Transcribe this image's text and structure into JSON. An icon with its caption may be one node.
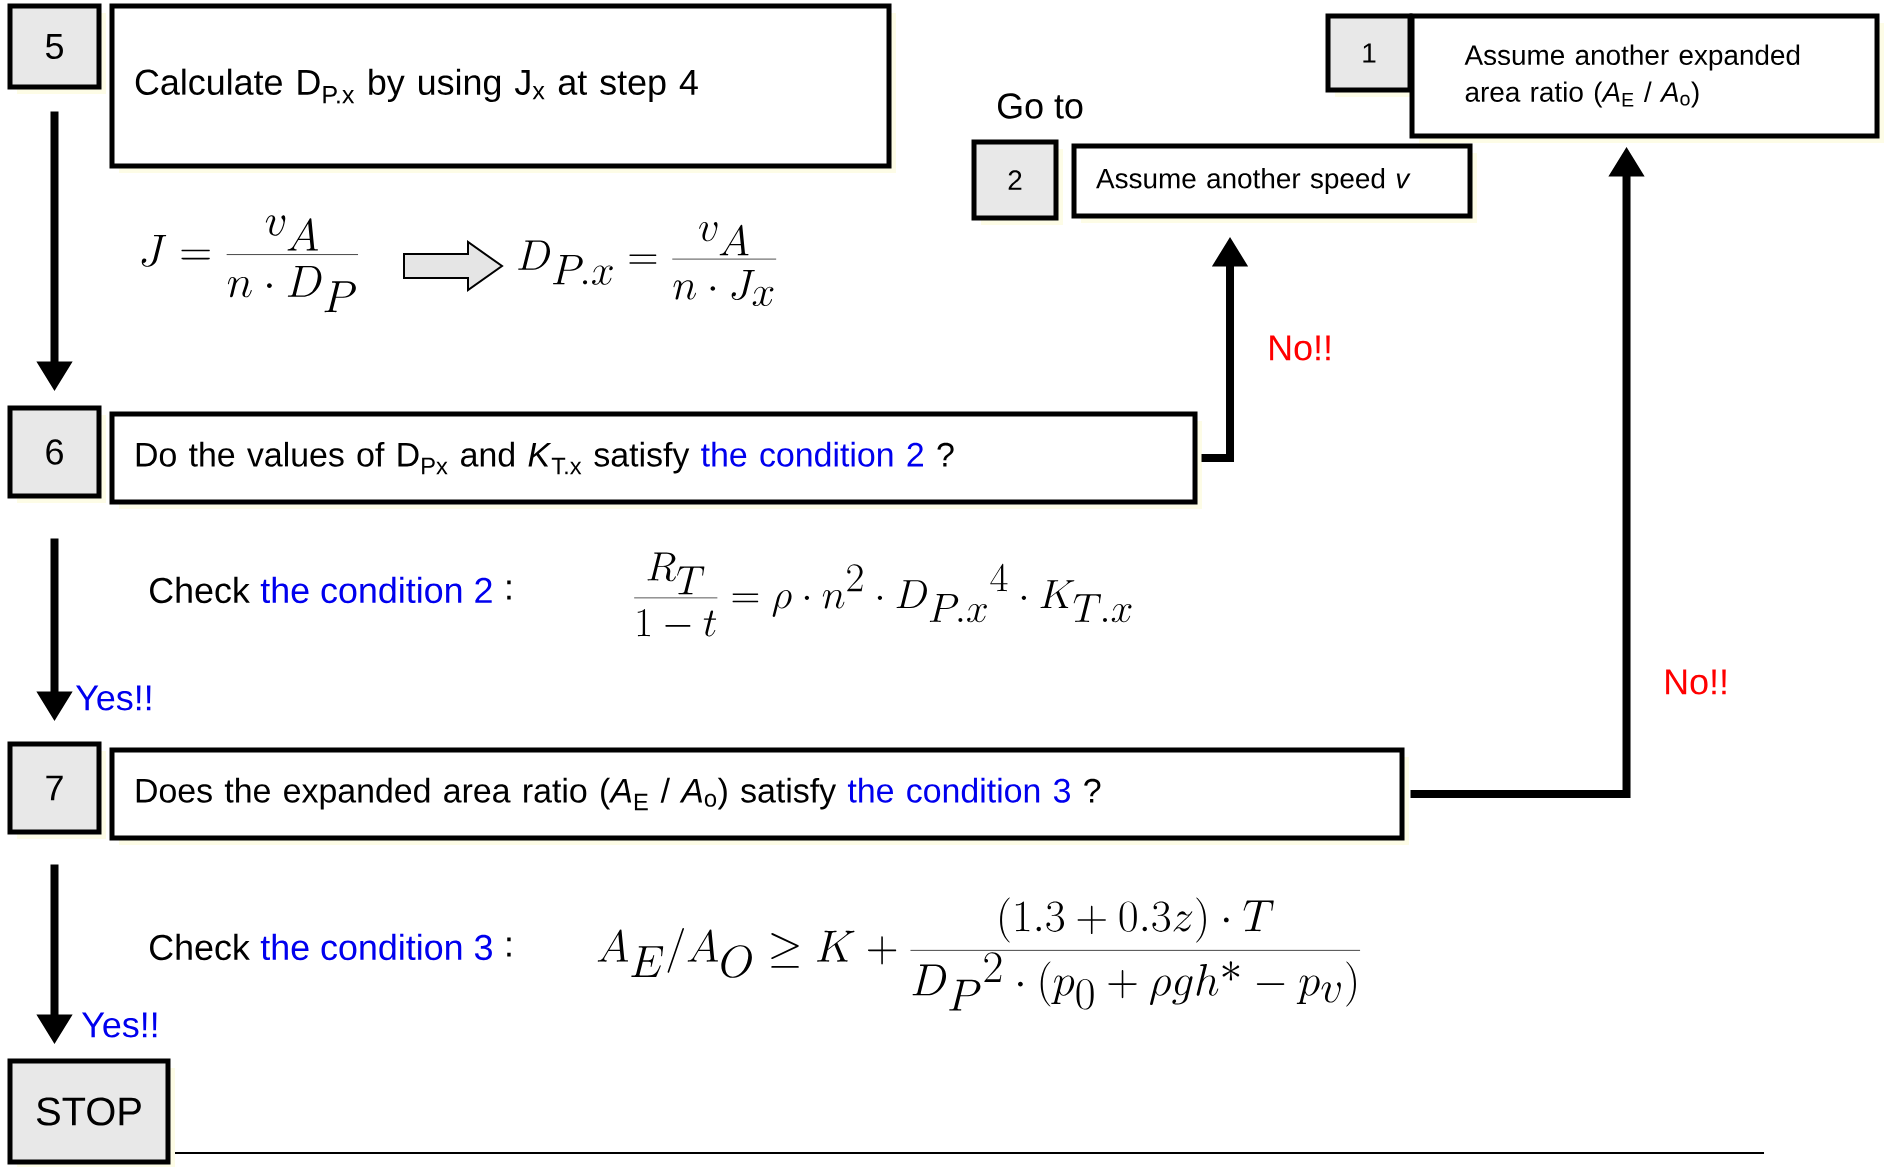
{
  "diagram": {
    "nodes": [
      {
        "text": [
          "5"
        ]
      },
      {
        "text": [
          "Calculate D$_{P.x}$ by using J$_{x}$ at step 4"
        ]
      },
      {
        "text": [
          "6"
        ]
      },
      {
        "text": [
          "Do the values of D$_{Px}$ and *K*$_{T.x}$ satisfy",
          "the condition 2",
          "?"
        ]
      },
      {
        "text": [
          "7"
        ]
      },
      {
        "text": [
          "Does the expanded area ratio (*A*$_{E}$ / *A*$_{o}$) satisfy",
          "the condition 3",
          "?"
        ]
      },
      {
        "text": [
          "STOP"
        ]
      },
      {
        "text": [
          "2"
        ]
      },
      {
        "text": [
          "Assume another speed *v*"
        ]
      },
      {
        "text": [
          "1"
        ]
      },
      {
        "text": [
          "Assume another expanded area ratio (*A*$_{E}$ / *A*$_{o}$)"
        ]
      }
    ],
    "edges": [
      {
        "from": 0,
        "to": 2,
        "arrow": "to"
      },
      {
        "from": 2,
        "to": 4,
        "arrow": "to",
        "label": "Yes!!"
      },
      {
        "from": 4,
        "to": 6,
        "arrow": "to",
        "label": "Yes!!"
      },
      {
        "from": 3,
        "to": 8,
        "arrow": "to",
        "label": "No!!"
      },
      {
        "from": 5,
        "to": 10,
        "arrow": "to",
        "label": "No!!"
      }
    ],
    "labels": [
      "Go to",
      "J = \\frac{v_A}{n \\cdot D_P}",
      "D_{P.x} = \\frac{v_A}{n \\cdot J_x}",
      "Check",
      "the condition 2",
      ":",
      "\\frac{R_T}{1-t} = \\rho \\cdot n^2 \\cdot {D_{P.x}}^4 \\cdot K_{T.x}",
      "Check",
      "the condition 3",
      ":",
      "A_E / A_O \\geq K + \\frac{\\left(1.3+0.3z\\right) \\cdot T}{{D_P}^2 \\cdot \\left(p_0 + \\rho g h^* - p_v\\right)}"
    ]
  }
}
